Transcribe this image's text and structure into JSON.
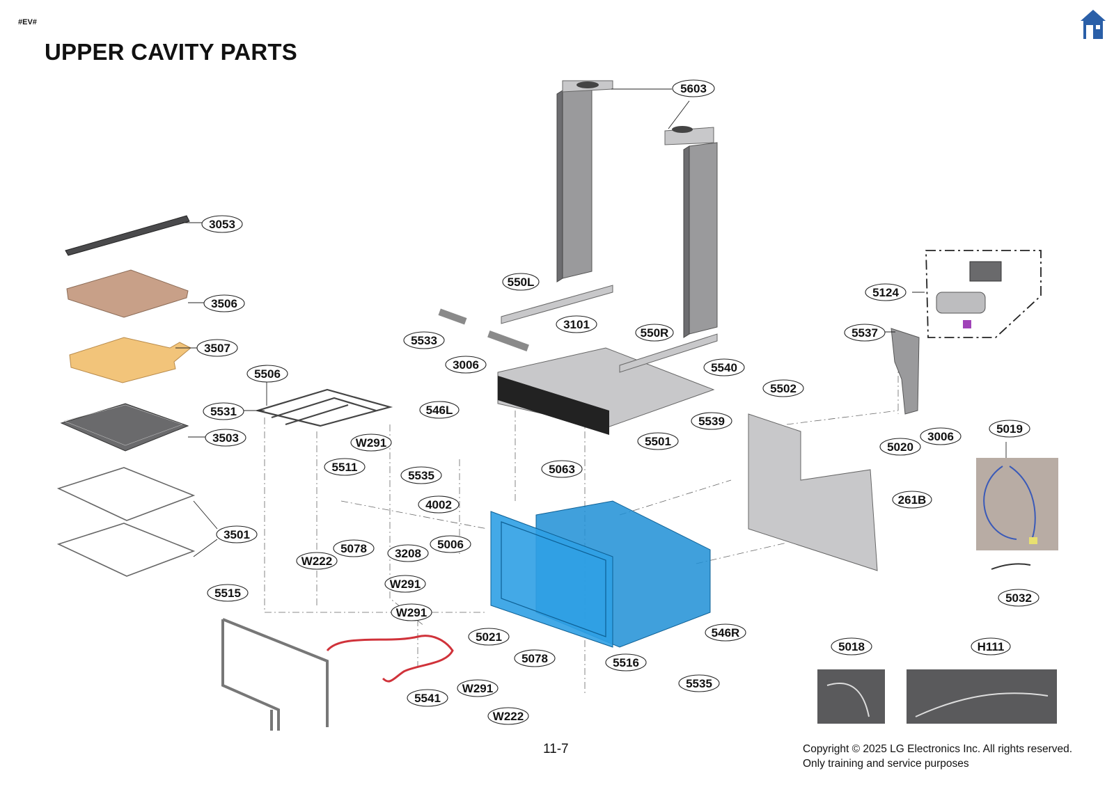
{
  "header": {
    "tag": "#EV#",
    "title": "UPPER CAVITY PARTS",
    "home_icon": "home-icon"
  },
  "callouts": [
    "5603",
    "3053",
    "3506",
    "3507",
    "5506",
    "5531",
    "3503",
    "3501",
    "5515",
    "W291",
    "5511",
    "5535",
    "546L",
    "4002",
    "W222",
    "5078",
    "3208",
    "5006",
    "5541",
    "5021",
    "550L",
    "5533",
    "3006",
    "3101",
    "550R",
    "5540",
    "5501",
    "5063",
    "5516",
    "546R",
    "5124",
    "5537",
    "5502",
    "5539",
    "5020",
    "261B",
    "5019",
    "5032",
    "5018",
    "H111"
  ],
  "footer": {
    "page_number": "11-7",
    "copyright_line1": "Copyright © 2025 LG Electronics Inc. All rights reserved.",
    "copyright_line2": "Only training and service purposes"
  },
  "colors": {
    "cavity_blue": "#1f8fd6",
    "element_red": "#d0323a",
    "stone": "#f2c47a",
    "tray": "#c8a088",
    "home_blue": "#2a5fa8"
  }
}
